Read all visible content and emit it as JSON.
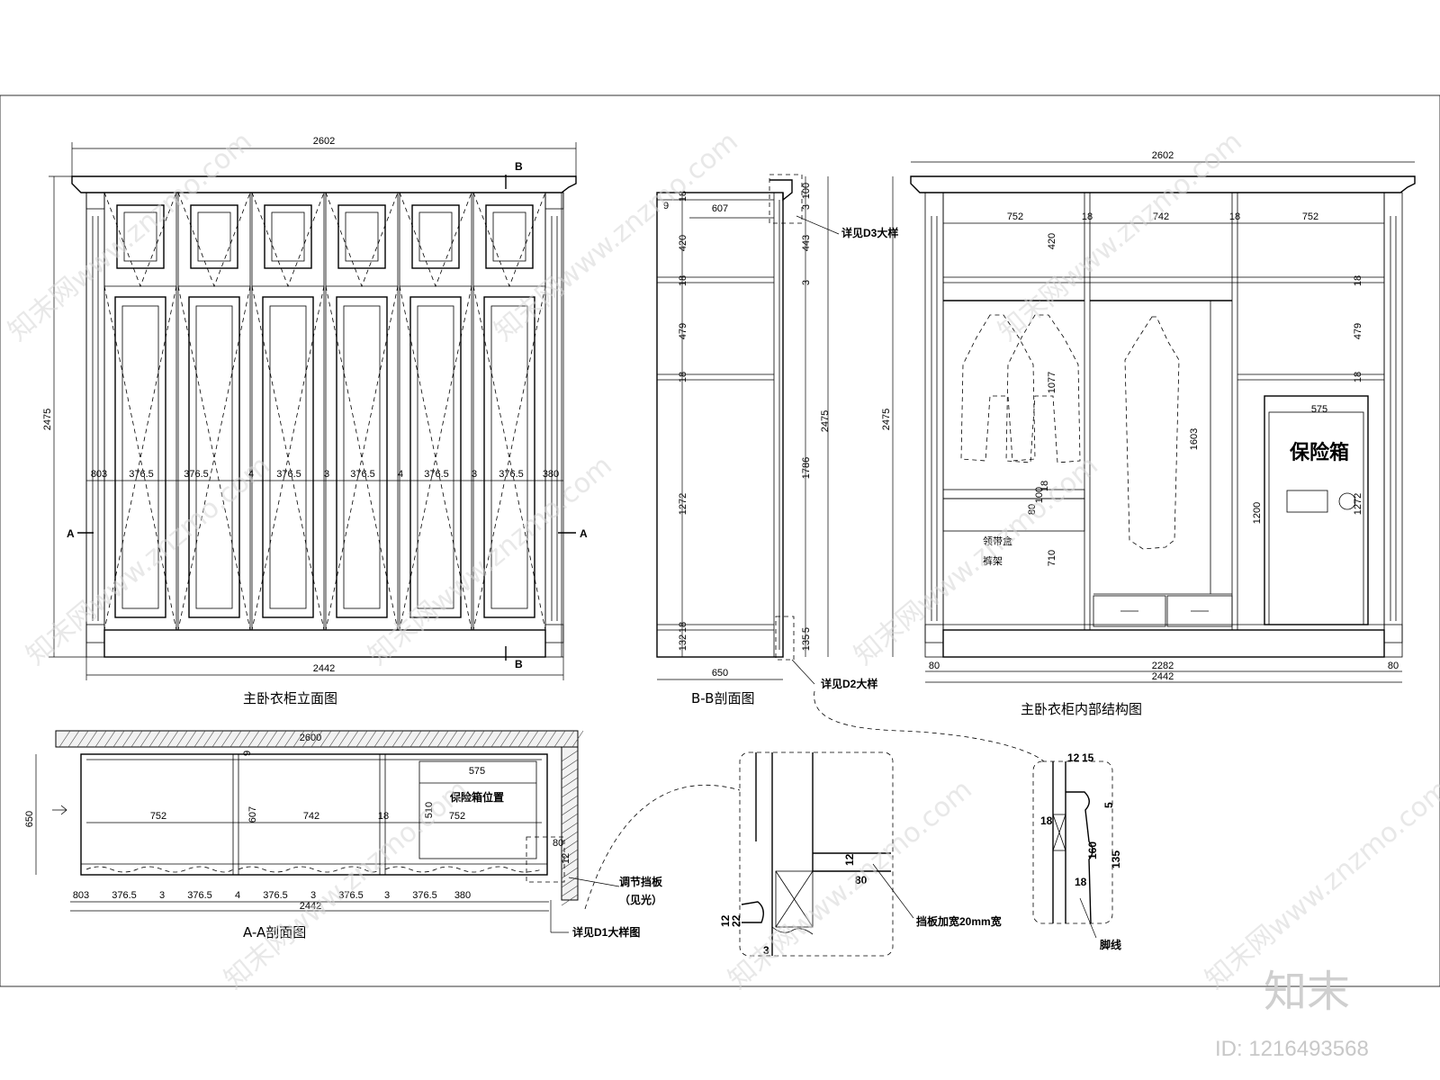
{
  "captions": {
    "elevation": "主卧衣柜立面图",
    "section_bb": "B-B剖面图",
    "interior": "主卧衣柜内部结构图",
    "section_aa": "A-A剖面图"
  },
  "elevation": {
    "top_width": "2602",
    "bottom_width": "2442",
    "height": "2475",
    "section_marks": [
      "A",
      "A",
      "B",
      "B"
    ],
    "bottom_dims": [
      "803",
      "376.5",
      "376.5",
      "4",
      "376.5",
      "3",
      "376.5",
      "4",
      "376.5",
      "3",
      "376.5",
      "380"
    ]
  },
  "section_bb": {
    "width": "650",
    "depth": "607",
    "left_dims": [
      "9",
      "18",
      "420",
      "18",
      "479",
      "18",
      "1272",
      "18",
      "132"
    ],
    "right_dims": [
      "100",
      "3",
      "443",
      "3",
      "2475",
      "1786",
      "135",
      "5"
    ],
    "note_d3": "详见D3大样",
    "note_d2": "详见D2大样"
  },
  "interior": {
    "top_width": "2602",
    "height": "2475",
    "bays": [
      "752",
      "18",
      "742",
      "18",
      "752"
    ],
    "safe_width": "575",
    "safe_label": "保险箱",
    "left_dims": [
      "420",
      "1077",
      "80",
      "100",
      "18",
      "710"
    ],
    "mid_dims": [
      "1603"
    ],
    "right_dims": [
      "18",
      "479",
      "18",
      "1272",
      "1200"
    ],
    "tie_box": "领带盒",
    "pants_rack": "裤架",
    "bottom_dims": [
      "80",
      "2282",
      "80",
      "2442"
    ]
  },
  "section_aa": {
    "wall_length": "2600",
    "depth": "650",
    "inner_dims": [
      "607",
      "752",
      "742",
      "18",
      "752",
      "510"
    ],
    "safe_position": "保险箱位置",
    "safe_width": "575",
    "bottom_dims": [
      "803",
      "376.5",
      "3",
      "376.5",
      "4",
      "376.5",
      "3",
      "376.5",
      "3",
      "376.5",
      "380"
    ],
    "total": "2442",
    "extra": [
      "80",
      "12",
      "9"
    ],
    "adjust_panel": "调节挡板",
    "see_light": "（见光）",
    "note_d1": "详见D1大样图"
  },
  "detail_d2": {
    "dims": [
      "12",
      "80",
      "12",
      "22",
      "3"
    ],
    "note": "挡板加宽20mm宽"
  },
  "detail_foot": {
    "dims": [
      "12",
      "15",
      "18",
      "5",
      "160",
      "135",
      "18"
    ],
    "label": "脚线"
  },
  "watermark": {
    "text": "知末网www.znzmo.com",
    "logo": "知末",
    "id": "ID: 1216493568"
  }
}
